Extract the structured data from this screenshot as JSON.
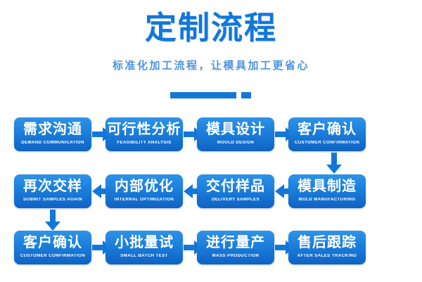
{
  "header": {
    "title": "定制流程",
    "subtitle": "标准化加工流程，让模具加工更省心",
    "accent_color": "#1277db",
    "subtitle_color": "#4d94de"
  },
  "flow": {
    "node_gradient_from": "#2e93e8",
    "node_gradient_to": "#0f63c4",
    "arrow_color": "#1277db",
    "rows": [
      {
        "direction": "right",
        "nodes": [
          {
            "cn": "需求沟通",
            "en": "DEMAND COMMUNICATION"
          },
          {
            "cn": "可行性分析",
            "en": "FEASIBILITY ANALYSIS"
          },
          {
            "cn": "模具设计",
            "en": "MOULD DESIGN"
          },
          {
            "cn": "客户确认",
            "en": "CUSTOMER CONFIRMATION"
          }
        ]
      },
      {
        "direction": "left",
        "nodes": [
          {
            "cn": "再次交样",
            "en": "SUBMIT SAMPLES AGAIN"
          },
          {
            "cn": "内部优化",
            "en": "INTERNAL OPTIMIZATION"
          },
          {
            "cn": "交付样品",
            "en": "DELIVERY SAMPLES"
          },
          {
            "cn": "模具制造",
            "en": "MOLD MANUFACTURING"
          }
        ]
      },
      {
        "direction": "right",
        "nodes": [
          {
            "cn": "客户确认",
            "en": "CUSTOMER CONFIRMATION"
          },
          {
            "cn": "小批量试",
            "en": "SMALL BATCH TEST"
          },
          {
            "cn": "进行量产",
            "en": "MASS PRODUCTION"
          },
          {
            "cn": "售后跟踪",
            "en": "AFTER SALES TRACKING"
          }
        ]
      }
    ]
  }
}
